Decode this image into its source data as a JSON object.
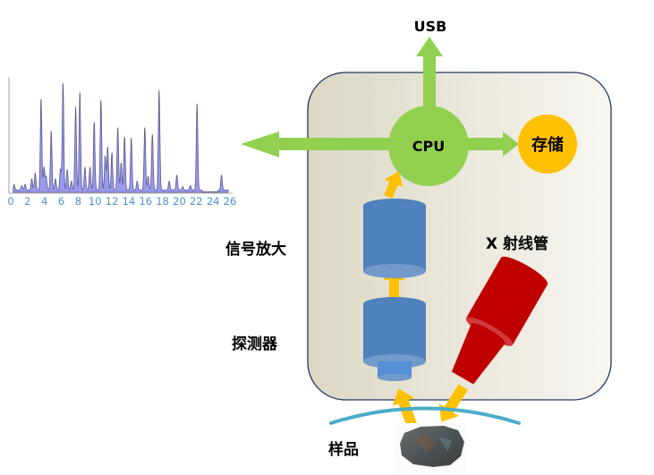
{
  "labels": {
    "usb": "USB",
    "cpu": "CPU",
    "storage": "存储",
    "xray_tube": "X 射线管",
    "amplifier": "信号放大",
    "detector": "探测器",
    "sample": "样品"
  },
  "colors": {
    "green_arrow": "#92d050",
    "cpu_fill": "#92d050",
    "storage_fill": "#ffc000",
    "yellow_arrow": "#ffc000",
    "cylinder_body": "#4f81bd",
    "cylinder_cap": "#729aca",
    "detector_window": "#558ed5",
    "xray_red": "#c00000",
    "xray_collar": "#d0393e",
    "box_border": "#1f3864",
    "box_left": "#ddd8c4",
    "box_right": "#f7f6f1",
    "arc": "#4bacc6",
    "spectrum_fill": "#9999ee",
    "spectrum_line": "#5a5a8a",
    "tick_color": "#4f8fd0"
  },
  "chart_data": {
    "type": "area",
    "title": "",
    "xlabel": "",
    "ylabel": "",
    "xlim": [
      0,
      26
    ],
    "ylim": [
      0,
      1
    ],
    "x_ticks": [
      0,
      2,
      4,
      6,
      8,
      10,
      12,
      14,
      16,
      18,
      20,
      22,
      24,
      26
    ],
    "grid": false,
    "baseline": 0.02,
    "peaks": [
      {
        "x": 0.4,
        "h": 0.05
      },
      {
        "x": 1.3,
        "h": 0.04
      },
      {
        "x": 1.7,
        "h": 0.05
      },
      {
        "x": 2.5,
        "h": 0.1
      },
      {
        "x": 2.9,
        "h": 0.15
      },
      {
        "x": 3.6,
        "h": 0.8
      },
      {
        "x": 3.95,
        "h": 0.2
      },
      {
        "x": 4.2,
        "h": 0.12
      },
      {
        "x": 4.8,
        "h": 0.52
      },
      {
        "x": 5.3,
        "h": 0.1
      },
      {
        "x": 5.9,
        "h": 0.18
      },
      {
        "x": 6.2,
        "h": 0.94
      },
      {
        "x": 6.7,
        "h": 0.18
      },
      {
        "x": 7.2,
        "h": 0.08
      },
      {
        "x": 7.7,
        "h": 0.73
      },
      {
        "x": 8.2,
        "h": 0.86
      },
      {
        "x": 8.8,
        "h": 0.2
      },
      {
        "x": 9.4,
        "h": 0.2
      },
      {
        "x": 9.9,
        "h": 0.6
      },
      {
        "x": 10.7,
        "h": 0.79
      },
      {
        "x": 11.2,
        "h": 0.3
      },
      {
        "x": 11.5,
        "h": 0.38
      },
      {
        "x": 12.0,
        "h": 0.33
      },
      {
        "x": 12.7,
        "h": 0.55
      },
      {
        "x": 13.1,
        "h": 0.24
      },
      {
        "x": 13.5,
        "h": 0.47
      },
      {
        "x": 14.3,
        "h": 0.46
      },
      {
        "x": 15.0,
        "h": 0.08
      },
      {
        "x": 15.9,
        "h": 0.55
      },
      {
        "x": 16.3,
        "h": 0.12
      },
      {
        "x": 16.8,
        "h": 0.49
      },
      {
        "x": 17.6,
        "h": 0.88
      },
      {
        "x": 18.8,
        "h": 0.08
      },
      {
        "x": 19.7,
        "h": 0.13
      },
      {
        "x": 20.4,
        "h": 0.03
      },
      {
        "x": 21.3,
        "h": 0.04
      },
      {
        "x": 22.1,
        "h": 0.76
      },
      {
        "x": 25.0,
        "h": 0.13
      }
    ]
  }
}
